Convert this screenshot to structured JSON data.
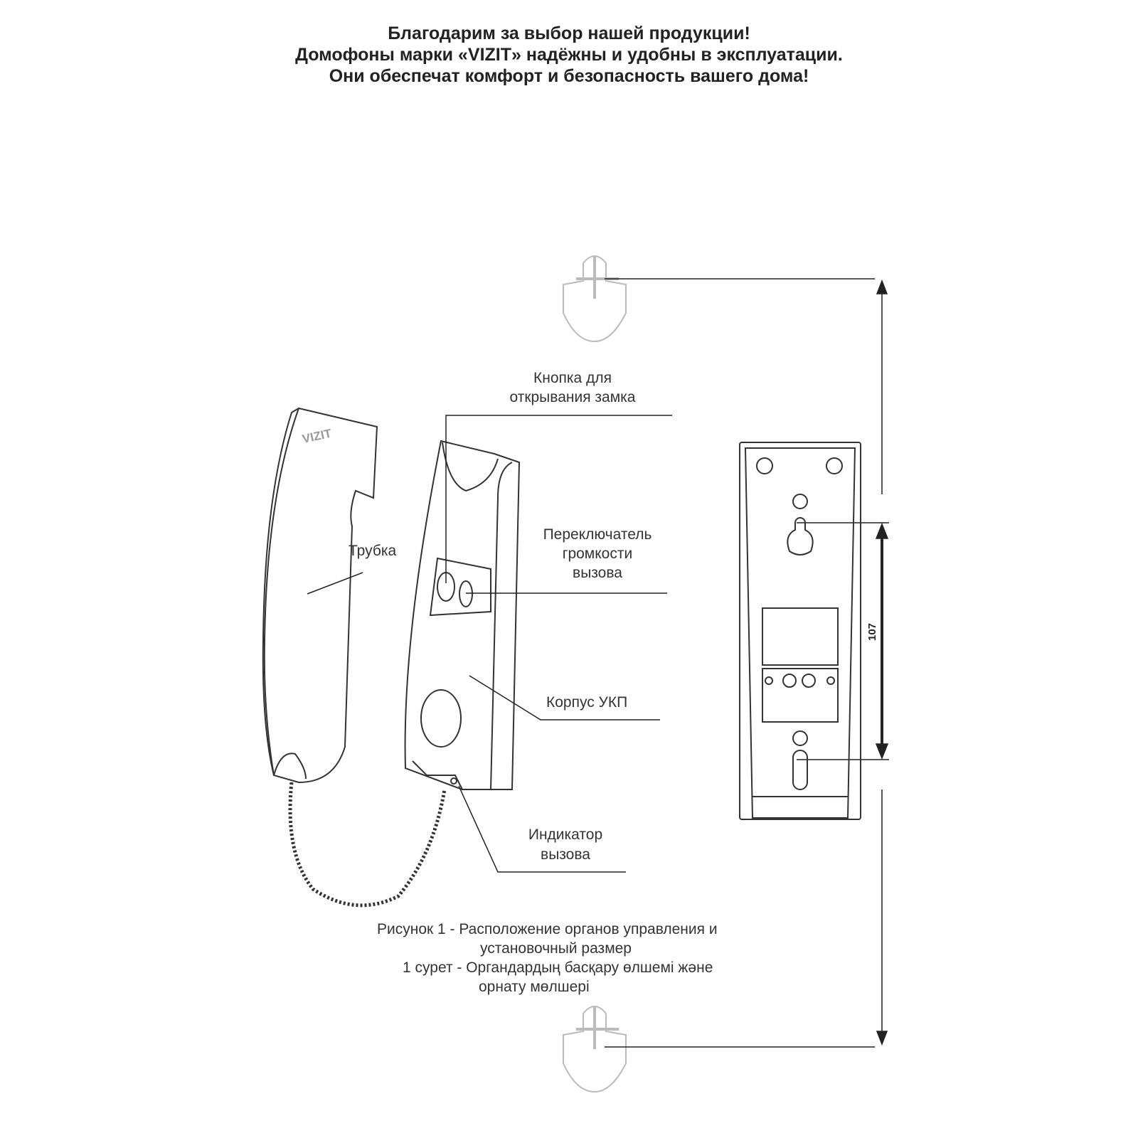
{
  "header": {
    "line1": "Благодарим за выбор нашей продукции!",
    "line2": "Домофоны марки «VIZIT» надёжны и удобны в эксплуатации.",
    "line3": "Они обеспечат комфорт и безопасность вашего дома!"
  },
  "labels": {
    "lock_button_1": "Кнопка для",
    "lock_button_2": "открывания замка",
    "volume_1": "Переключатель",
    "volume_2": "громкости",
    "volume_3": "вызова",
    "handset": "Трубка",
    "body": "Корпус УКП",
    "indicator_1": "Индикатор",
    "indicator_2": "вызова"
  },
  "brand_logo": "VIZIT",
  "dimension": "107",
  "caption": {
    "ru_1": "Рисунок 1 - Расположение органов управления и",
    "ru_2": "установочный размер",
    "kz_1": "1 сурет - Органдардың басқару өлшемі және",
    "kz_2": "орнату мөлшері"
  }
}
